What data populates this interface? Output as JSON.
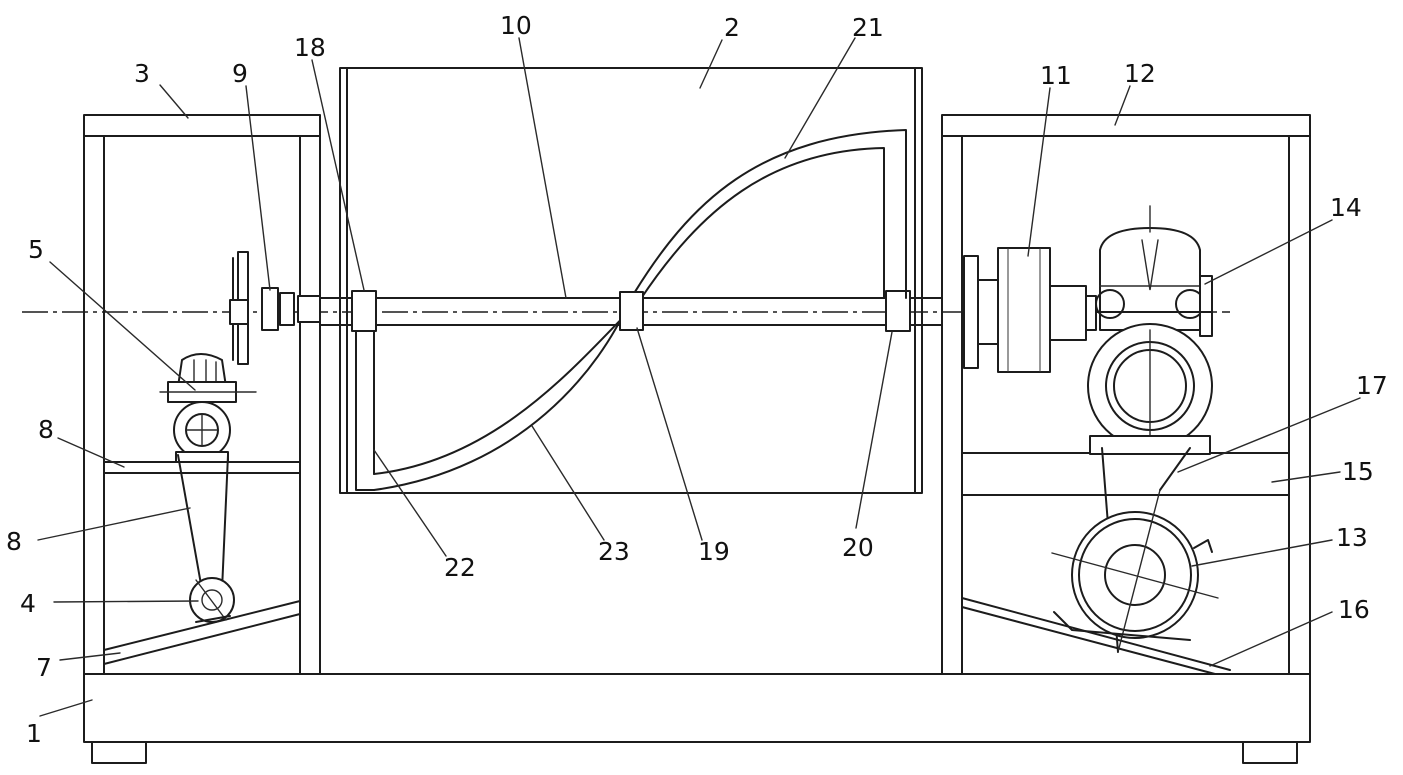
{
  "figure": {
    "parts": [
      {
        "id": "base",
        "label": "1"
      },
      {
        "id": "drum",
        "label": "2"
      },
      {
        "id": "left-housing",
        "label": "3"
      },
      {
        "id": "lower-left-motor",
        "label": "4"
      },
      {
        "id": "upper-left-gearbox",
        "label": "5"
      },
      {
        "id": "left-shelf",
        "label": "8"
      },
      {
        "id": "left-belt",
        "label": "8"
      },
      {
        "id": "left-coupling",
        "label": "9"
      },
      {
        "id": "main-shaft",
        "label": "10"
      },
      {
        "id": "right-coupling",
        "label": "11"
      },
      {
        "id": "right-housing",
        "label": "12"
      },
      {
        "id": "lower-right-motor",
        "label": "13"
      },
      {
        "id": "right-gearbox",
        "label": "14"
      },
      {
        "id": "right-shelf",
        "label": "15"
      },
      {
        "id": "right-ramp",
        "label": "16"
      },
      {
        "id": "right-belt",
        "label": "17"
      },
      {
        "id": "left-bearing",
        "label": "18"
      },
      {
        "id": "shaft-hub",
        "label": "19"
      },
      {
        "id": "right-bearing",
        "label": "20"
      },
      {
        "id": "outer-spiral-blade",
        "label": "21"
      },
      {
        "id": "blade-support-arm",
        "label": "22"
      },
      {
        "id": "inner-spiral-blade",
        "label": "23"
      },
      {
        "id": "left-ramp",
        "label": "7"
      }
    ]
  }
}
